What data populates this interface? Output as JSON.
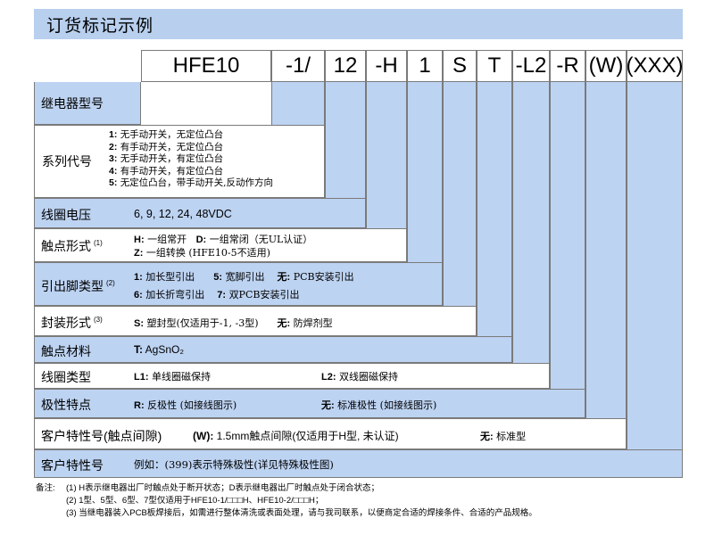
{
  "title": "订货标记示例",
  "code": [
    "HFE10",
    "-1/",
    "12",
    "-H",
    "1",
    "S",
    "T",
    "-L2",
    "-R",
    "(W)",
    "(XXX)"
  ],
  "rows": {
    "relay_type": {
      "label": "继电器型号"
    },
    "series": {
      "label": "系列代号",
      "items": [
        {
          "k": "1:",
          "v": "无手动开关，无定位凸台"
        },
        {
          "k": "2:",
          "v": "有手动开关，无定位凸台"
        },
        {
          "k": "3:",
          "v": "无手动开关，有定位凸台"
        },
        {
          "k": "4:",
          "v": "有手动开关，有定位凸台"
        },
        {
          "k": "5:",
          "v": "无定位凸台，带手动开关,反动作方向"
        }
      ]
    },
    "coil_voltage": {
      "label": "线圈电压",
      "value": "6, 9, 12, 24, 48VDC"
    },
    "contact_form": {
      "label": "触点形式",
      "sup": "(1)",
      "h_k": "H:",
      "h_v": "一组常开",
      "d_k": "D:",
      "d_v": "一组常闭（无UL认证）",
      "z_k": "Z:",
      "z_v": "一组转换 (HFE10-5不适用)"
    },
    "pin_type": {
      "label": "引出脚类型",
      "sup": "(2)",
      "a1_k": "1:",
      "a1_v": "加长型引出",
      "a5_k": "5:",
      "a5_v": "宽脚引出",
      "anone_k": "无:",
      "anone_v": "PCB安装引出",
      "a6_k": "6:",
      "a6_v": "加长折弯引出",
      "a7_k": "7:",
      "a7_v": "双PCB安装引出"
    },
    "package": {
      "label": "封装形式",
      "sup": "(3)",
      "s_k": "S:",
      "s_v": "塑封型(仅适用于-1, -3型)",
      "n_k": "无:",
      "n_v": "防焊剂型"
    },
    "contact_material": {
      "label": "触点材料",
      "k": "T:",
      "v": "AgSnO₂"
    },
    "coil_type": {
      "label": "线圈类型",
      "l1_k": "L1:",
      "l1_v": "单线圈磁保持",
      "l2_k": "L2:",
      "l2_v": "双线圈磁保持"
    },
    "polarity": {
      "label": "极性特点",
      "r_k": "R:",
      "r_v": "反极性 (如接线图示)",
      "n_k": "无:",
      "n_v": "标准极性 (如接线图示)"
    },
    "customer_gap": {
      "label": "客户特性号(触点间隙)",
      "w_k": "(W):",
      "w_v": "1.5mm触点间隙(仅适用于H型, 未认证)",
      "n_k": "无:",
      "n_v": "标准型"
    },
    "customer": {
      "label": "客户特性号",
      "v": "例如：(399)表示特殊极性(详见特殊极性图)"
    }
  },
  "notes": {
    "prefix": "备注:",
    "n1": "(1)  H表示继电器出厂时触点处于断开状态；D表示继电器出厂时触点处于闭合状态；",
    "n2": "(2)  1型、5型、6型、7型仅适用于HFE10-1/□□□H、HFE10-2/□□□H；",
    "n3": "(3)  当继电器装入PCB板焊接后，如需进行整体清洗或表面处理，请与我司联系，以便商定合适的焊接条件、合适的产品规格。"
  }
}
